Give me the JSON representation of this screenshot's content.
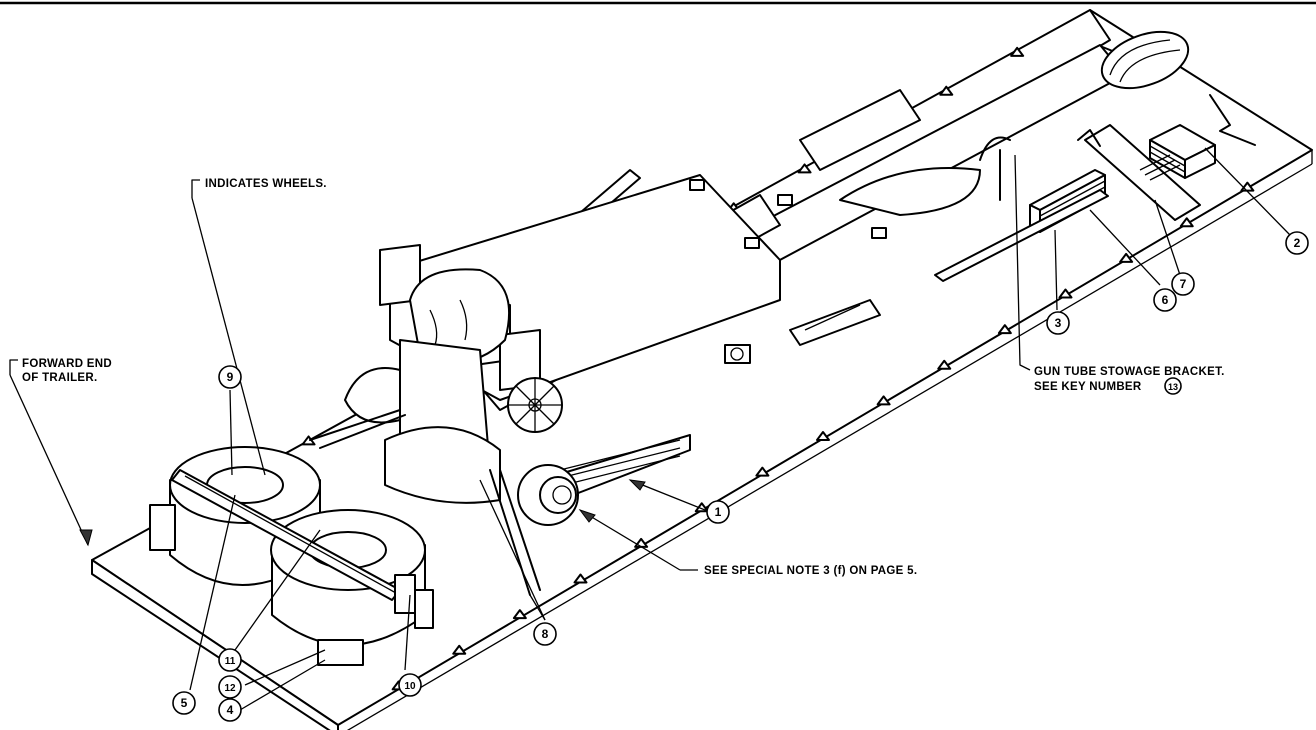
{
  "labels": {
    "wheels": "INDICATES WHEELS.",
    "forward_end_1": "FORWARD END",
    "forward_end_2": "OF TRAILER.",
    "gun_tube_1": "GUN TUBE STOWAGE BRACKET.",
    "gun_tube_2": "SEE KEY NUMBER",
    "gun_tube_key": "13",
    "special_note": "SEE SPECIAL NOTE 3 (f) ON PAGE 5."
  },
  "key_numbers": [
    "1",
    "2",
    "3",
    "4",
    "5",
    "6",
    "7",
    "8",
    "9",
    "10",
    "11",
    "12"
  ]
}
